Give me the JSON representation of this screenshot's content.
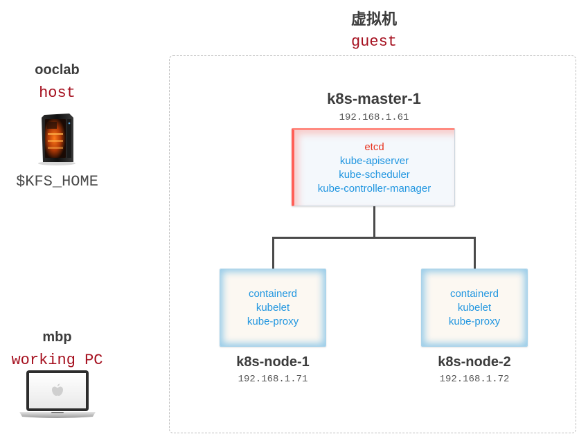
{
  "guest": {
    "title": "虚拟机",
    "subtitle": "guest"
  },
  "host": {
    "name": "ooclab",
    "role": "host",
    "path": "$KFS_HOME",
    "icon": "desktop-tower-icon"
  },
  "pc": {
    "name": "mbp",
    "role": "working PC",
    "icon": "laptop-icon"
  },
  "master": {
    "name": "k8s-master-1",
    "ip": "192.168.1.61",
    "components": [
      "etcd",
      "kube-apiserver",
      "kube-scheduler",
      "kube-controller-manager"
    ]
  },
  "nodes": [
    {
      "name": "k8s-node-1",
      "ip": "192.168.1.71",
      "components": [
        "containerd",
        "kubelet",
        "kube-proxy"
      ]
    },
    {
      "name": "k8s-node-2",
      "ip": "192.168.1.72",
      "components": [
        "containerd",
        "kubelet",
        "kube-proxy"
      ]
    }
  ],
  "colors": {
    "etcd": "#e8321e",
    "component": "#2196e0",
    "mono_red": "#a50f1e"
  }
}
